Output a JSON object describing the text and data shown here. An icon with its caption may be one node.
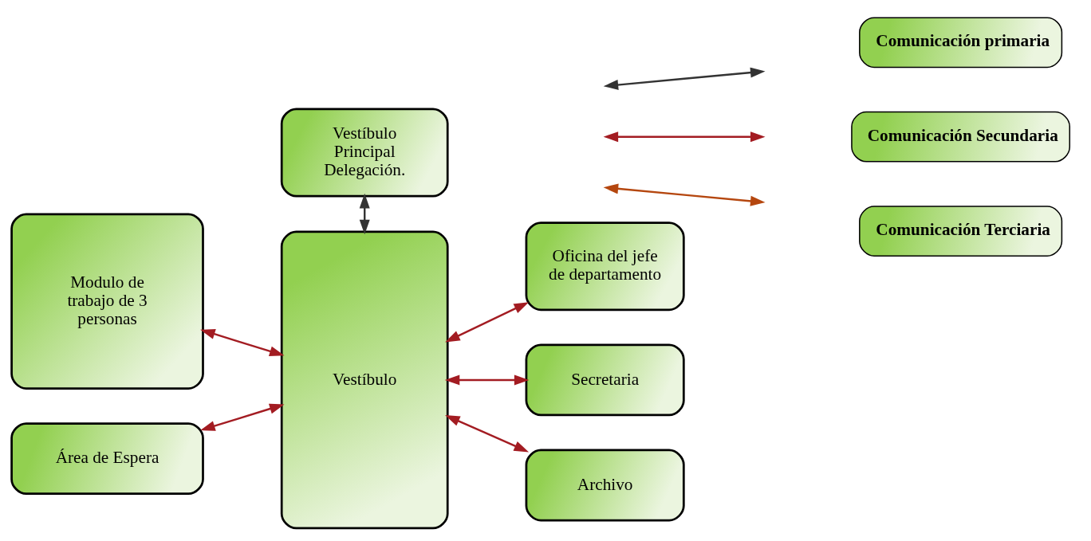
{
  "diagram": {
    "nodes": [
      {
        "text": [
          "Vestíbulo Principal Delegación."
        ]
      },
      {
        "text": [
          "Modulo de trabajo de 3 personas"
        ]
      },
      {
        "text": [
          "Vestíbulo"
        ]
      },
      {
        "text": [
          "Oficina del jefe de departamento"
        ]
      },
      {
        "text": [
          "Secretaria"
        ]
      },
      {
        "text": [
          "Área de Espera"
        ]
      },
      {
        "text": [
          "Archivo"
        ]
      }
    ],
    "edges": [
      {
        "from": 0,
        "to": 2,
        "arrow": "both",
        "color": "#333333"
      },
      {
        "from": 1,
        "to": 2,
        "arrow": "both"
      },
      {
        "from": 2,
        "to": 3,
        "arrow": "both"
      },
      {
        "from": 2,
        "to": 4,
        "arrow": "both"
      },
      {
        "from": 5,
        "to": 2,
        "arrow": "both"
      },
      {
        "from": 2,
        "to": 6,
        "arrow": "both"
      }
    ],
    "legend": [
      {
        "text": "Comunicación primaria"
      },
      {
        "text": "Comunicación Secundaria"
      },
      {
        "text": "Comunicación Terciaria"
      }
    ]
  }
}
